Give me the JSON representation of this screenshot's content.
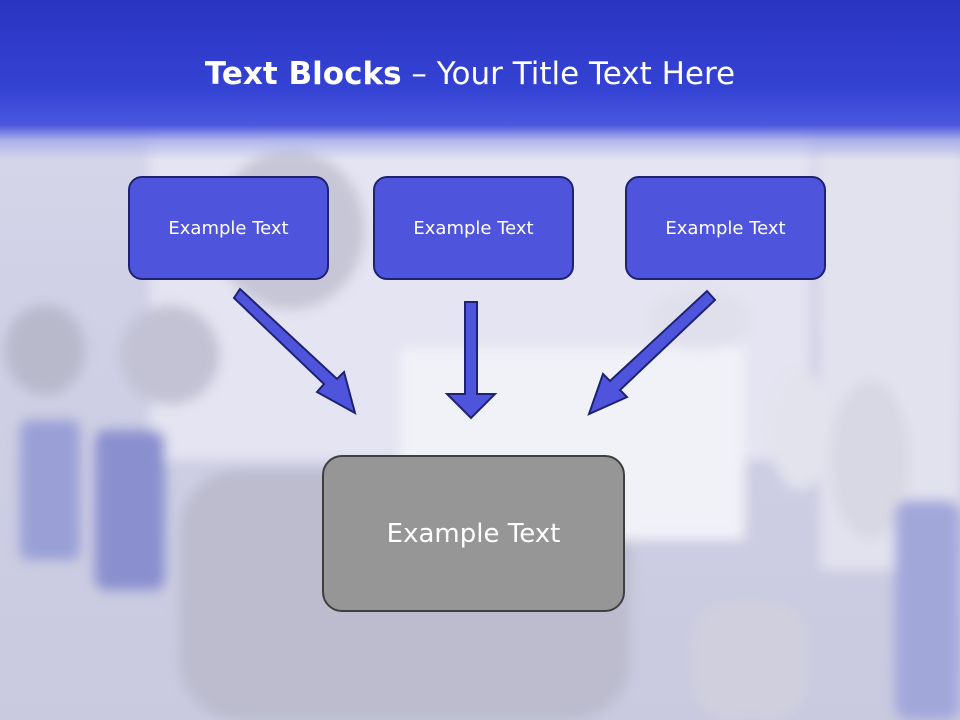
{
  "title": {
    "bold": "Text Blocks",
    "dash": " – ",
    "rest": "Your Title Text Here"
  },
  "blocks": [
    {
      "label": "Example Text"
    },
    {
      "label": "Example Text"
    },
    {
      "label": "Example Text"
    }
  ],
  "center_block": {
    "label": "Example Text"
  },
  "colors": {
    "header": "#3442d4",
    "box_fill": "#4e55dc",
    "box_border": "#1d2370",
    "center_fill": "#969696",
    "arrow": "#4e55dc"
  }
}
